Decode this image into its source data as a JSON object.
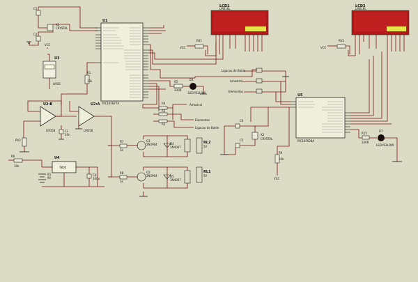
{
  "colors": {
    "background": "#dcdcc6",
    "wire": "#7a1010",
    "lcd_body": "#b21a1a",
    "lcd_window": "#e6e64a",
    "led": "#1a0f0f"
  },
  "components": {
    "c1": "C1",
    "c2": "C2",
    "x1": "X1",
    "x1_val": "CRYSTAL",
    "vcc": "VCC",
    "u3": "U3",
    "u3_val": "LM35",
    "u1": "U1",
    "u1_val": "PIC16F877A",
    "r1": "R1",
    "r1_val": "10k",
    "u2b": "U2:B",
    "u2b_val": "LM358",
    "u2a": "U2:A",
    "u2a_val": "LM358",
    "c3": "C3",
    "c3_val": "10n",
    "rv2": "RV2",
    "r6": "R6",
    "r6_val": "10k",
    "u4": "U4",
    "u4_val": "7805",
    "b1": "B1",
    "b1_val": "9V",
    "c4": "C4",
    "c4_val": "100u",
    "r7": "R7",
    "r7_val": "1k",
    "r8": "R8",
    "r8_val": "1k",
    "q1": "Q1",
    "q1_val": "2N3904",
    "q2": "Q2",
    "q2_val": "2N3904",
    "d4": "D4",
    "d4_val": "1N4007",
    "d5": "D5",
    "d5_val": "1N4007",
    "rl2": "RL2",
    "rl2_val": "5V",
    "rl1": "RL1",
    "rl1_val": "5V",
    "r2": "R2",
    "r2_val": "330R",
    "d1": "D1",
    "d1_val": "LED-YELLOW",
    "r3": "R3",
    "r4": "R4",
    "r5": "R5",
    "lcd1": "LCD1",
    "lcd1_val": "LM016L",
    "lcd2": "LCD2",
    "lcd2_val": "LM016L",
    "rv1": "RV1",
    "rv3": "RV3",
    "c5": "C5",
    "c6": "C6",
    "x2": "X2",
    "x2_val": "CRYSTAL",
    "u5": "U5",
    "u5_val": "PIC16F628A",
    "r9": "R9",
    "r9_val": "10k",
    "r15": "R15",
    "r15_val": "330R",
    "d7": "D7",
    "d7_val": "LED-YELLOW",
    "sw1_label": "Ligacao de Balde",
    "sw2_label": "Amostral",
    "sw3_label": "Elementos",
    "net1": "Elementos",
    "net2": "Ligacao de Balde",
    "net3": "Amostral"
  }
}
